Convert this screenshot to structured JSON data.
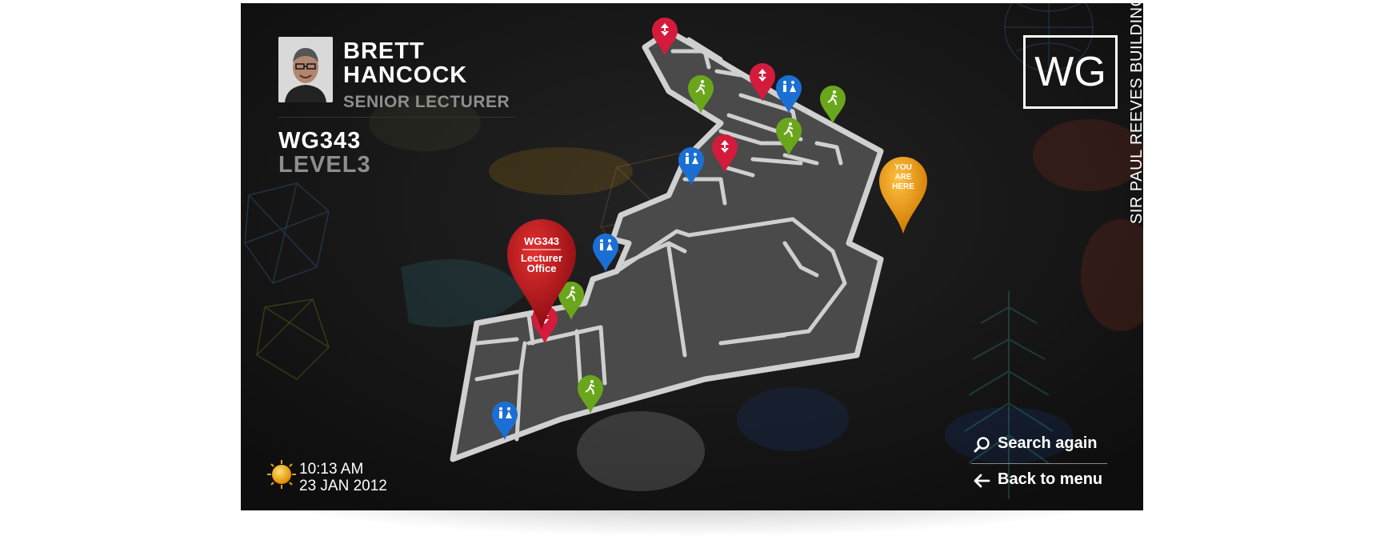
{
  "person": {
    "first_name": "BRETT",
    "last_name": "HANCOCK",
    "role": "SENIOR LECTURER"
  },
  "location": {
    "room": "WG343",
    "level": "LEVEL3"
  },
  "brand": {
    "logo_text": "WG",
    "building_prefix": "SIR",
    "building_name": "PAUL REEVES BUILDING"
  },
  "clock": {
    "time": "10:13 AM",
    "date": "23 JAN 2012"
  },
  "nav": {
    "search_label": "Search again",
    "back_label": "Back to menu"
  },
  "map": {
    "destination_room": "WG343",
    "destination_line1": "Lecturer",
    "destination_line2": "Office",
    "you_are_here_line1": "YOU",
    "you_are_here_line2": "ARE",
    "you_are_here_line3": "HERE"
  },
  "icons": {
    "lift": "lift-icon",
    "toilet": "toilet-icon",
    "exit": "emergency-exit-icon",
    "weather": "sun-icon",
    "search": "search-icon",
    "back": "arrow-left-icon"
  },
  "colors": {
    "lift_pin": "#d41b3c",
    "toilet_pin": "#1b6fd4",
    "exit_pin": "#6aa61c",
    "destination_pin": "#c8141e",
    "you_are_here_pin": "#f0a010",
    "background": "#141414"
  }
}
